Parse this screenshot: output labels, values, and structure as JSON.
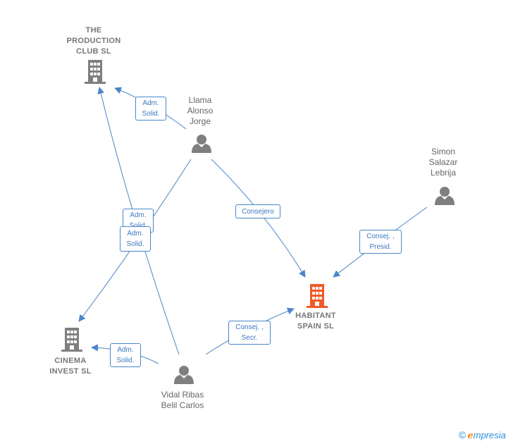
{
  "colors": {
    "edge": "#4a86c8",
    "company": "#7f7f7f",
    "main_company": "#f05a28",
    "person": "#7f7f7f"
  },
  "nodes": {
    "production_club": {
      "label": "THE\nPRODUCTION\nCLUB  SL",
      "icon": "building-icon"
    },
    "llama": {
      "label": "Llama\nAlonso\nJorge",
      "icon": "person-icon"
    },
    "simon": {
      "label": "Simon\nSalazar\nLebrija",
      "icon": "person-icon"
    },
    "habitant": {
      "label": "HABITANT\nSPAIN  SL",
      "icon": "building-icon"
    },
    "cinema": {
      "label": "CINEMA\nINVEST  SL",
      "icon": "building-icon"
    },
    "vidal": {
      "label": "Vidal Ribas\nBelil Carlos",
      "icon": "person-icon"
    }
  },
  "edges": {
    "llama_production": {
      "label": "Adm.\nSolid."
    },
    "llama_habitant": {
      "label": "Consejero"
    },
    "simon_habitant": {
      "label": "Consej. ,\nPresid."
    },
    "vidal_production": {
      "label": "Adm.\nSolid."
    },
    "llama_cinema": {
      "label": "Adm.\nSolid."
    },
    "vidal_habitant": {
      "label": "Consej. ,\nSecr."
    },
    "vidal_cinema": {
      "label": "Adm.\nSolid."
    }
  },
  "footer": {
    "copyright": "©",
    "brand_initial": "e",
    "brand_rest": "mpresia"
  }
}
